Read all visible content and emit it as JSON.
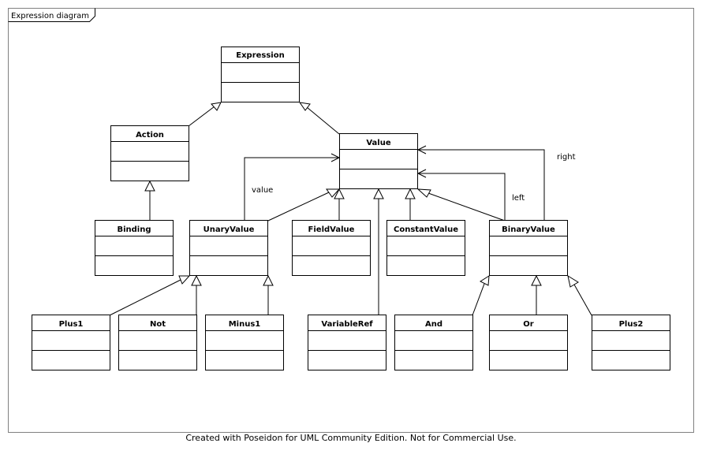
{
  "diagram": {
    "title": "Expression diagram",
    "classes": {
      "expression": "Expression",
      "action": "Action",
      "value": "Value",
      "binding": "Binding",
      "unary_value": "UnaryValue",
      "field_value": "FieldValue",
      "constant_value": "ConstantValue",
      "binary_value": "BinaryValue",
      "plus1": "Plus1",
      "not": "Not",
      "minus1": "Minus1",
      "variable_ref": "VariableRef",
      "and": "And",
      "or": "Or",
      "plus2": "Plus2"
    },
    "labels": {
      "value": "value",
      "left": "left",
      "right": "right"
    }
  },
  "footer": "Created with Poseidon for UML Community Edition. Not for Commercial Use."
}
